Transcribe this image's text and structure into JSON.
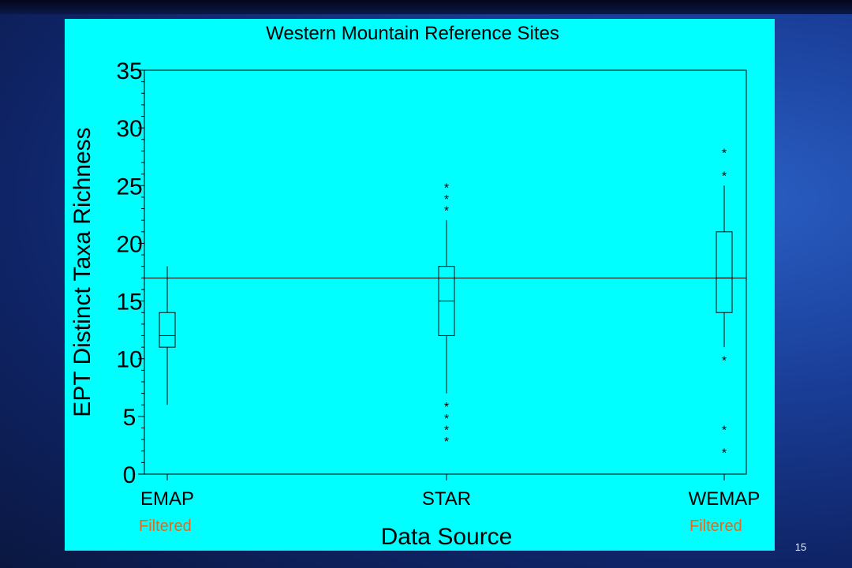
{
  "slide": {
    "number": "15"
  },
  "notes": {
    "left": "Filtered",
    "right": "Filtered"
  },
  "chart_data": {
    "type": "boxplot",
    "title": "Western Mountain Reference Sites",
    "xlabel": "Data Source",
    "ylabel": "EPT Distinct Taxa Richness",
    "ylim": [
      0,
      35
    ],
    "yticks": [
      0,
      5,
      10,
      15,
      20,
      25,
      30,
      35
    ],
    "categories": [
      "EMAP",
      "STAR",
      "WEMAP"
    ],
    "reference_line": 17,
    "boxes": [
      {
        "category": "EMAP",
        "whisker_low": 6,
        "q1": 11,
        "median": 12,
        "q3": 14,
        "whisker_high": 18,
        "outliers": []
      },
      {
        "category": "STAR",
        "whisker_low": 7,
        "q1": 12,
        "median": 15,
        "q3": 18,
        "whisker_high": 22,
        "outliers": [
          3,
          4,
          5,
          6,
          23,
          24,
          25
        ]
      },
      {
        "category": "WEMAP",
        "whisker_low": 11,
        "q1": 14,
        "median": 17,
        "q3": 21,
        "whisker_high": 25,
        "outliers": [
          2,
          4,
          10,
          26,
          28
        ]
      }
    ],
    "outlier_marker": "*",
    "grid": false
  }
}
